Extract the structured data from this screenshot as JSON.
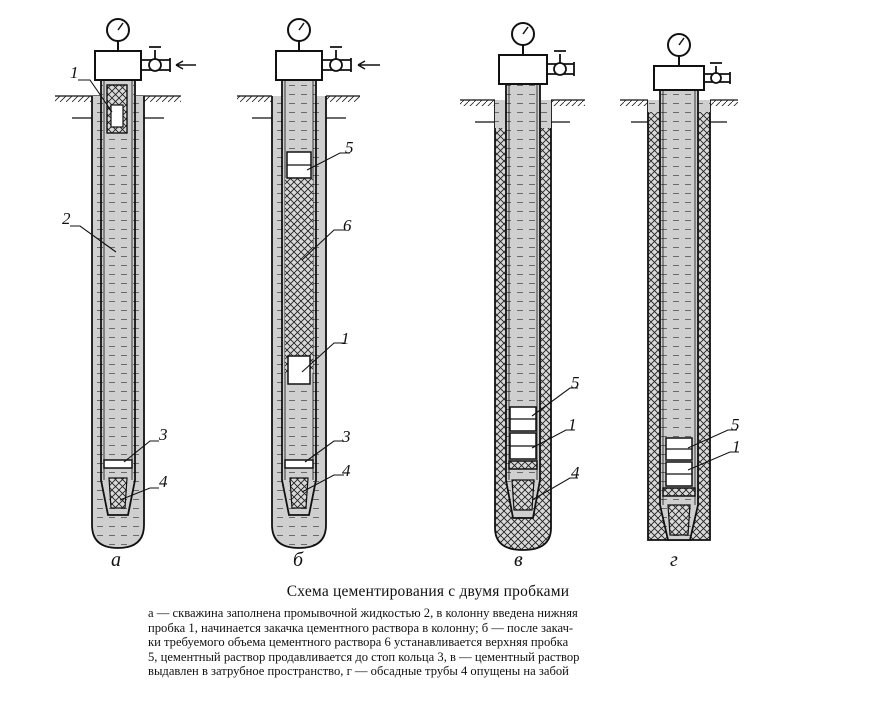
{
  "panels": [
    {
      "letter": "а",
      "callouts": [
        "1",
        "2",
        "3",
        "4"
      ]
    },
    {
      "letter": "б",
      "callouts": [
        "5",
        "6",
        "1",
        "3",
        "4"
      ]
    },
    {
      "letter": "в",
      "callouts": [
        "5",
        "1",
        "4"
      ]
    },
    {
      "letter": "г",
      "callouts": [
        "5",
        "1"
      ]
    }
  ],
  "caption": {
    "title": "Схема цементирования с двумя пробками",
    "lines": [
      "а — скважина заполнена промывочной жидкостью 2, в колонну введена нижняя",
      "пробка 1, начинается закачка цементного раствора в колонну; б — после закач-",
      "ки требуемого объема цементного раствора 6 устанавливается верхняя пробка",
      "5, цементный раствор продавливается до стоп кольца 3, в — цементный раствор",
      "выдавлен в затрубное пространство, г — обсадные трубы 4 опущены на забой"
    ]
  }
}
